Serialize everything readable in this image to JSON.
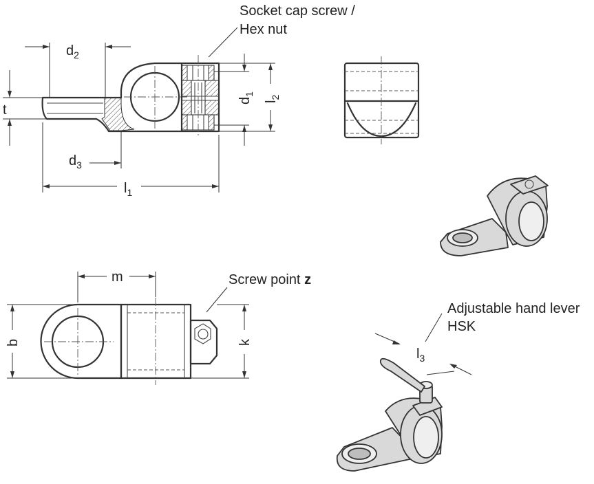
{
  "callouts": {
    "screw_nut_line1": "Socket cap screw /",
    "screw_nut_line2": "Hex nut",
    "screw_point": "Screw point ",
    "screw_point_letter": "z",
    "hand_lever_line1": "Adjustable hand lever",
    "hand_lever_line2": "HSK"
  },
  "dimensions": {
    "d2": {
      "base": "d",
      "sub": "2"
    },
    "d3": {
      "base": "d",
      "sub": "3"
    },
    "d1": {
      "base": "d",
      "sub": "1"
    },
    "l1": {
      "base": "l",
      "sub": "1"
    },
    "l2": {
      "base": "l",
      "sub": "2"
    },
    "l3": {
      "base": "l",
      "sub": "3"
    },
    "t": {
      "base": "t"
    },
    "m": {
      "base": "m"
    },
    "b": {
      "base": "b"
    },
    "k": {
      "base": "k"
    }
  }
}
